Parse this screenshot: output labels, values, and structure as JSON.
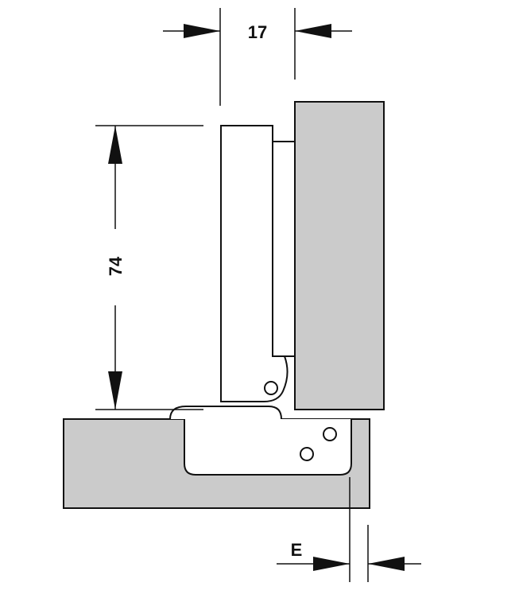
{
  "dimensions": {
    "width_label": "17",
    "height_label": "74",
    "offset_label": "E"
  },
  "colors": {
    "panel_fill": "#cbcbcb",
    "outline": "#111111",
    "background": "#ffffff"
  }
}
